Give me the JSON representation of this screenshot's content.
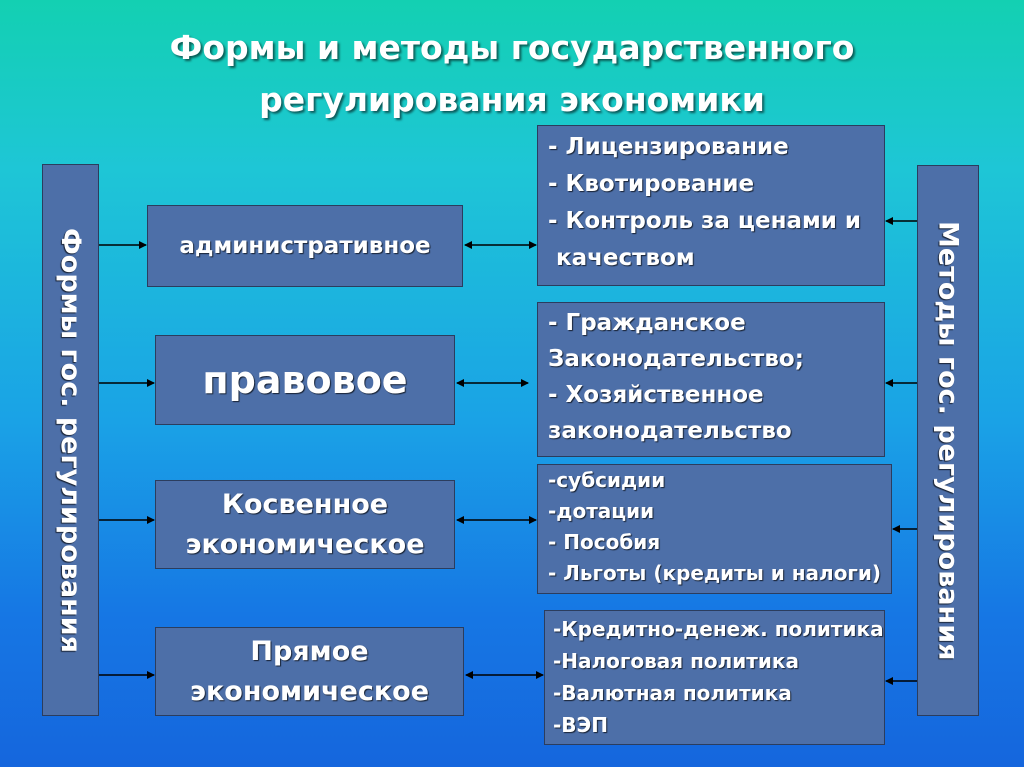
{
  "title": {
    "line1": "Формы и методы государственного",
    "line2": "регулирования экономики"
  },
  "left_label": "Формы гос. регулирования",
  "right_label": "Методы   гос. регулирования",
  "forms": [
    {
      "lines": [
        "административное"
      ]
    },
    {
      "lines": [
        "правовое"
      ]
    },
    {
      "lines": [
        "Косвенное",
        "экономическое"
      ]
    },
    {
      "lines": [
        "Прямое",
        "экономическое"
      ]
    }
  ],
  "methods": [
    {
      "items": [
        "- Лицензирование",
        "- Квотирование",
        "- Контроль за ценами и",
        " качеством"
      ]
    },
    {
      "items": [
        "- Гражданское",
        "Законодательство;",
        "- Хозяйственное",
        "законодательство"
      ]
    },
    {
      "items": [
        "-субсидии",
        "-дотации",
        "- Пособия",
        "- Льготы (кредиты и налоги)"
      ]
    },
    {
      "items": [
        "-Кредитно-денеж. политика",
        "-Налоговая политика",
        "-Валютная политика",
        "-ВЭП"
      ]
    }
  ],
  "colors": {
    "box_fill": "#4d6fa8",
    "box_border": "#2b3d5e",
    "arrow": "#000000"
  }
}
